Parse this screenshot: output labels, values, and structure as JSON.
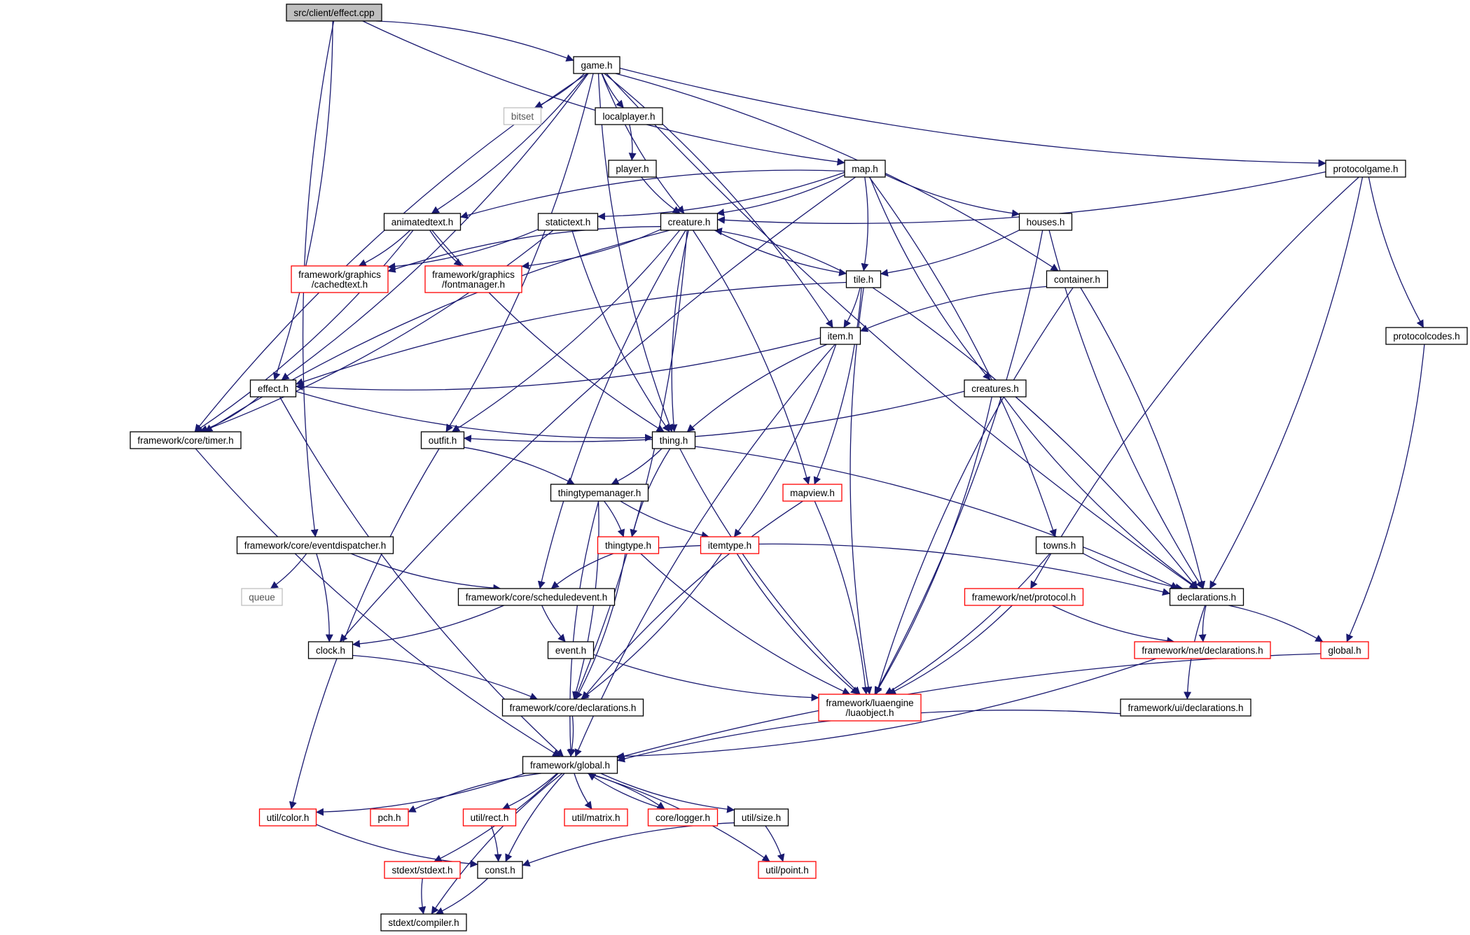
{
  "graph": {
    "colors": {
      "edge": "#191970",
      "node_border": "#000000",
      "node_border_missing": "#ff0000",
      "node_border_external": "#bfbfbf",
      "root_fill": "#bfbfbf",
      "fill": "#ffffff"
    },
    "nodes": [
      {
        "id": "root",
        "label": "src/client/effect.cpp",
        "kind": "root"
      },
      {
        "id": "game",
        "label": "game.h",
        "kind": "normal"
      },
      {
        "id": "bitset",
        "label": "bitset",
        "kind": "external"
      },
      {
        "id": "localplayer",
        "label": "localplayer.h",
        "kind": "normal"
      },
      {
        "id": "player",
        "label": "player.h",
        "kind": "normal"
      },
      {
        "id": "map",
        "label": "map.h",
        "kind": "normal"
      },
      {
        "id": "protocolgame",
        "label": "protocolgame.h",
        "kind": "normal"
      },
      {
        "id": "animatedtext",
        "label": "animatedtext.h",
        "kind": "normal"
      },
      {
        "id": "statictext",
        "label": "statictext.h",
        "kind": "normal"
      },
      {
        "id": "creature",
        "label": "creature.h",
        "kind": "normal"
      },
      {
        "id": "houses",
        "label": "houses.h",
        "kind": "normal"
      },
      {
        "id": "cachedtext",
        "label": "framework/graphics\n/cachedtext.h",
        "kind": "missing"
      },
      {
        "id": "fontmanager",
        "label": "framework/graphics\n/fontmanager.h",
        "kind": "missing"
      },
      {
        "id": "tile",
        "label": "tile.h",
        "kind": "normal"
      },
      {
        "id": "container",
        "label": "container.h",
        "kind": "normal"
      },
      {
        "id": "item",
        "label": "item.h",
        "kind": "normal"
      },
      {
        "id": "protocolcodes",
        "label": "protocolcodes.h",
        "kind": "normal"
      },
      {
        "id": "effect",
        "label": "effect.h",
        "kind": "normal"
      },
      {
        "id": "creatures",
        "label": "creatures.h",
        "kind": "normal"
      },
      {
        "id": "timer",
        "label": "framework/core/timer.h",
        "kind": "normal"
      },
      {
        "id": "outfit",
        "label": "outfit.h",
        "kind": "normal"
      },
      {
        "id": "thing",
        "label": "thing.h",
        "kind": "normal"
      },
      {
        "id": "thingtypemanager",
        "label": "thingtypemanager.h",
        "kind": "normal"
      },
      {
        "id": "mapview",
        "label": "mapview.h",
        "kind": "missing"
      },
      {
        "id": "eventdispatcher",
        "label": "framework/core/eventdispatcher.h",
        "kind": "normal"
      },
      {
        "id": "thingtype",
        "label": "thingtype.h",
        "kind": "missing"
      },
      {
        "id": "itemtype",
        "label": "itemtype.h",
        "kind": "missing"
      },
      {
        "id": "towns",
        "label": "towns.h",
        "kind": "normal"
      },
      {
        "id": "queue",
        "label": "queue",
        "kind": "external"
      },
      {
        "id": "scheduledevent",
        "label": "framework/core/scheduledevent.h",
        "kind": "normal"
      },
      {
        "id": "netprotocol",
        "label": "framework/net/protocol.h",
        "kind": "missing"
      },
      {
        "id": "declarations",
        "label": "declarations.h",
        "kind": "normal"
      },
      {
        "id": "clock",
        "label": "clock.h",
        "kind": "normal"
      },
      {
        "id": "event",
        "label": "event.h",
        "kind": "normal"
      },
      {
        "id": "netdeclarations",
        "label": "framework/net/declarations.h",
        "kind": "missing"
      },
      {
        "id": "global",
        "label": "global.h",
        "kind": "missing"
      },
      {
        "id": "luaobject",
        "label": "framework/luaengine\n/luaobject.h",
        "kind": "missing"
      },
      {
        "id": "coredeclarations",
        "label": "framework/core/declarations.h",
        "kind": "normal"
      },
      {
        "id": "uideclarations",
        "label": "framework/ui/declarations.h",
        "kind": "normal"
      },
      {
        "id": "fwglobal",
        "label": "framework/global.h",
        "kind": "normal"
      },
      {
        "id": "color",
        "label": "util/color.h",
        "kind": "missing"
      },
      {
        "id": "pch",
        "label": "pch.h",
        "kind": "missing"
      },
      {
        "id": "rect",
        "label": "util/rect.h",
        "kind": "missing"
      },
      {
        "id": "matrix",
        "label": "util/matrix.h",
        "kind": "missing"
      },
      {
        "id": "logger",
        "label": "core/logger.h",
        "kind": "missing"
      },
      {
        "id": "size",
        "label": "util/size.h",
        "kind": "normal"
      },
      {
        "id": "stdext",
        "label": "stdext/stdext.h",
        "kind": "missing"
      },
      {
        "id": "const",
        "label": "const.h",
        "kind": "normal"
      },
      {
        "id": "point",
        "label": "util/point.h",
        "kind": "missing"
      },
      {
        "id": "compiler",
        "label": "stdext/compiler.h",
        "kind": "normal"
      }
    ],
    "edges": [
      [
        "root",
        "game"
      ],
      [
        "root",
        "map"
      ],
      [
        "root",
        "effect"
      ],
      [
        "root",
        "eventdispatcher"
      ],
      [
        "game",
        "bitset"
      ],
      [
        "game",
        "localplayer"
      ],
      [
        "game",
        "animatedtext"
      ],
      [
        "game",
        "creature"
      ],
      [
        "game",
        "item"
      ],
      [
        "game",
        "protocolgame"
      ],
      [
        "game",
        "container"
      ],
      [
        "game",
        "declarations"
      ],
      [
        "game",
        "effect"
      ],
      [
        "game",
        "timer"
      ],
      [
        "game",
        "outfit"
      ],
      [
        "game",
        "thing"
      ],
      [
        "localplayer",
        "player"
      ],
      [
        "player",
        "creature"
      ],
      [
        "map",
        "statictext"
      ],
      [
        "map",
        "animatedtext"
      ],
      [
        "map",
        "creature"
      ],
      [
        "map",
        "houses"
      ],
      [
        "map",
        "tile"
      ],
      [
        "map",
        "creatures"
      ],
      [
        "map",
        "towns"
      ],
      [
        "map",
        "clock"
      ],
      [
        "protocolgame",
        "creature"
      ],
      [
        "protocolgame",
        "protocolcodes"
      ],
      [
        "protocolgame",
        "declarations"
      ],
      [
        "protocolgame",
        "netprotocol"
      ],
      [
        "animatedtext",
        "cachedtext"
      ],
      [
        "animatedtext",
        "fontmanager"
      ],
      [
        "animatedtext",
        "timer"
      ],
      [
        "animatedtext",
        "thing"
      ],
      [
        "statictext",
        "cachedtext"
      ],
      [
        "statictext",
        "thing"
      ],
      [
        "statictext",
        "timer"
      ],
      [
        "creature",
        "cachedtext"
      ],
      [
        "creature",
        "fontmanager"
      ],
      [
        "creature",
        "tile"
      ],
      [
        "creature",
        "outfit"
      ],
      [
        "creature",
        "thing"
      ],
      [
        "creature",
        "mapview"
      ],
      [
        "creature",
        "scheduledevent"
      ],
      [
        "creature",
        "coredeclarations"
      ],
      [
        "creature",
        "timer"
      ],
      [
        "houses",
        "tile"
      ],
      [
        "houses",
        "declarations"
      ],
      [
        "houses",
        "luaobject"
      ],
      [
        "tile",
        "creature"
      ],
      [
        "tile",
        "item"
      ],
      [
        "tile",
        "effect"
      ],
      [
        "tile",
        "mapview"
      ],
      [
        "tile",
        "luaobject"
      ],
      [
        "tile",
        "declarations"
      ],
      [
        "container",
        "item"
      ],
      [
        "container",
        "declarations"
      ],
      [
        "container",
        "luaobject"
      ],
      [
        "item",
        "effect"
      ],
      [
        "item",
        "thing"
      ],
      [
        "item",
        "itemtype"
      ],
      [
        "item",
        "fwglobal"
      ],
      [
        "protocolcodes",
        "global"
      ],
      [
        "effect",
        "thing"
      ],
      [
        "effect",
        "timer"
      ],
      [
        "effect",
        "fwglobal"
      ],
      [
        "creatures",
        "outfit"
      ],
      [
        "creatures",
        "declarations"
      ],
      [
        "creatures",
        "luaobject"
      ],
      [
        "timer",
        "fwglobal"
      ],
      [
        "outfit",
        "thingtypemanager"
      ],
      [
        "outfit",
        "color"
      ],
      [
        "thing",
        "thingtypemanager"
      ],
      [
        "thing",
        "thingtype"
      ],
      [
        "thing",
        "declarations"
      ],
      [
        "thing",
        "luaobject"
      ],
      [
        "thingtypemanager",
        "thingtype"
      ],
      [
        "thingtypemanager",
        "itemtype"
      ],
      [
        "thingtypemanager",
        "coredeclarations"
      ],
      [
        "thingtypemanager",
        "fwglobal"
      ],
      [
        "mapview",
        "luaobject"
      ],
      [
        "mapview",
        "coredeclarations"
      ],
      [
        "eventdispatcher",
        "queue"
      ],
      [
        "eventdispatcher",
        "scheduledevent"
      ],
      [
        "eventdispatcher",
        "clock"
      ],
      [
        "thingtype",
        "scheduledevent"
      ],
      [
        "thingtype",
        "declarations"
      ],
      [
        "thingtype",
        "luaobject"
      ],
      [
        "thingtype",
        "coredeclarations"
      ],
      [
        "itemtype",
        "luaobject"
      ],
      [
        "itemtype",
        "coredeclarations"
      ],
      [
        "towns",
        "declarations"
      ],
      [
        "towns",
        "luaobject"
      ],
      [
        "scheduledevent",
        "event"
      ],
      [
        "scheduledevent",
        "clock"
      ],
      [
        "netprotocol",
        "netdeclarations"
      ],
      [
        "netprotocol",
        "luaobject"
      ],
      [
        "declarations",
        "netdeclarations"
      ],
      [
        "declarations",
        "global"
      ],
      [
        "declarations",
        "uideclarations"
      ],
      [
        "clock",
        "coredeclarations"
      ],
      [
        "event",
        "luaobject"
      ],
      [
        "netdeclarations",
        "fwglobal"
      ],
      [
        "global",
        "fwglobal"
      ],
      [
        "coredeclarations",
        "fwglobal"
      ],
      [
        "uideclarations",
        "fwglobal"
      ],
      [
        "fwglobal",
        "color"
      ],
      [
        "fwglobal",
        "pch"
      ],
      [
        "fwglobal",
        "rect"
      ],
      [
        "fwglobal",
        "matrix"
      ],
      [
        "fwglobal",
        "logger"
      ],
      [
        "fwglobal",
        "size"
      ],
      [
        "fwglobal",
        "stdext"
      ],
      [
        "fwglobal",
        "const"
      ],
      [
        "fwglobal",
        "point"
      ],
      [
        "fwglobal",
        "compiler"
      ],
      [
        "logger",
        "fwglobal"
      ],
      [
        "color",
        "const"
      ],
      [
        "rect",
        "const"
      ],
      [
        "size",
        "const"
      ],
      [
        "size",
        "point"
      ],
      [
        "stdext",
        "compiler"
      ],
      [
        "const",
        "compiler"
      ]
    ]
  }
}
